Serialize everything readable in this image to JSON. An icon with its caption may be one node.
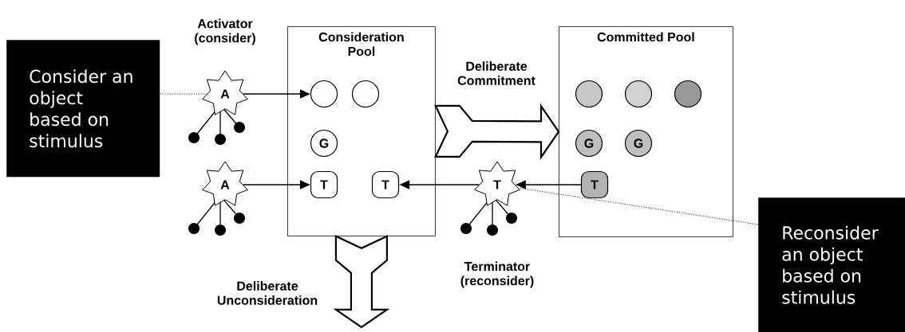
{
  "diagram": {
    "nodes": [
      {
        "text": [
          "Consider an object based on stimulus"
        ]
      },
      {
        "text": [
          "A"
        ],
        "beside": [
          "Activator (consider)"
        ]
      },
      {
        "text": [
          "Consideration Pool"
        ]
      },
      {
        "text": [],
        "shape": "circle",
        "in": 2
      },
      {
        "text": [],
        "shape": "circle",
        "in": 2
      },
      {
        "text": [
          "G"
        ],
        "in": 2
      },
      {
        "text": [
          "T"
        ],
        "in": 2
      },
      {
        "text": [
          "T"
        ],
        "in": 2
      },
      {
        "text": [
          "A"
        ]
      },
      {
        "text": [
          "Committed Pool"
        ]
      },
      {
        "text": [],
        "shape": "circle",
        "in": 9
      },
      {
        "text": [],
        "shape": "circle",
        "in": 9
      },
      {
        "text": [],
        "shape": "circle",
        "in": 9
      },
      {
        "text": [
          "G"
        ],
        "in": 9
      },
      {
        "text": [
          "G"
        ],
        "in": 9
      },
      {
        "text": [
          "T"
        ],
        "in": 9
      },
      {
        "text": [
          "T"
        ],
        "beside": [
          "Terminator (reconsider)"
        ]
      },
      {
        "text": [
          "Reconsider an object based on stimulus"
        ]
      }
    ],
    "edges": [
      {
        "from": 0,
        "to": 1,
        "arrow": "none",
        "style": "dashed"
      },
      {
        "from": 1,
        "to": 3,
        "arrow": "to"
      },
      {
        "from": 8,
        "to": 6,
        "arrow": "to"
      },
      {
        "from": 15,
        "to": 16,
        "arrow": "to"
      },
      {
        "from": 16,
        "to": 7,
        "arrow": "to"
      },
      {
        "from": 17,
        "to": 16,
        "arrow": "none",
        "style": "dashed"
      },
      {
        "from": 2,
        "to": 9,
        "arrow": "to",
        "style": "thick",
        "label": "Deliberate Commitment"
      },
      {
        "from": 2,
        "to": null,
        "arrow": "to",
        "style": "thick",
        "label": "Deliberate Unconsideration"
      }
    ]
  }
}
